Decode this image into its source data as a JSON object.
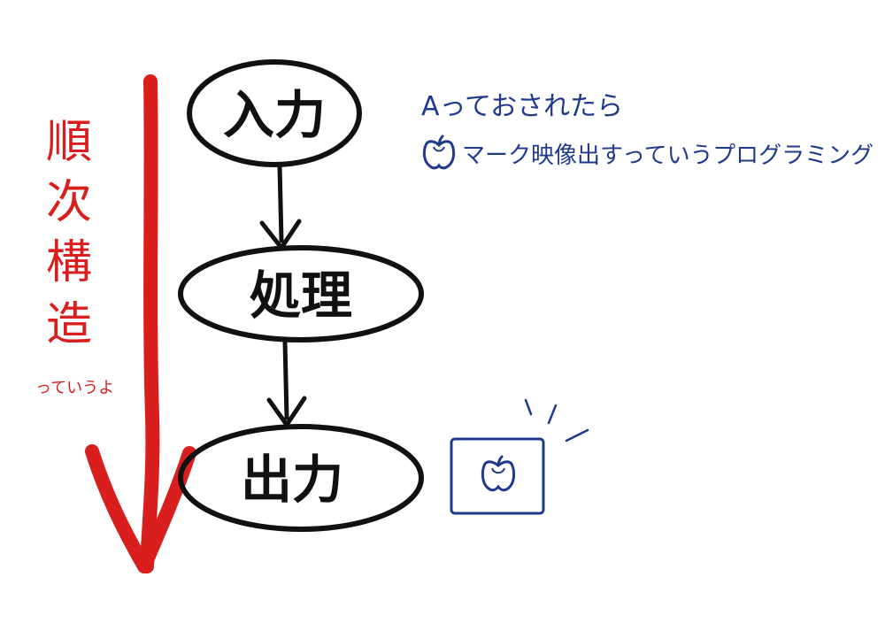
{
  "flow": {
    "nodes": [
      {
        "id": "input",
        "label": "入力"
      },
      {
        "id": "process",
        "label": "処理"
      },
      {
        "id": "output",
        "label": "出力"
      }
    ]
  },
  "sequence": {
    "title_chars": [
      "順",
      "次",
      "構",
      "造"
    ],
    "suffix": "っていうよ"
  },
  "note": {
    "line1": "Aっておされたら",
    "line2_text": "マーク映像出すっていうプログラミング"
  },
  "colors": {
    "ink": "#111111",
    "red": "#d91e1e",
    "blue": "#1f3a8a"
  },
  "icons": {
    "apple_in_note": "apple-icon",
    "apple_on_screen": "apple-icon",
    "screen": "monitor-icon"
  }
}
